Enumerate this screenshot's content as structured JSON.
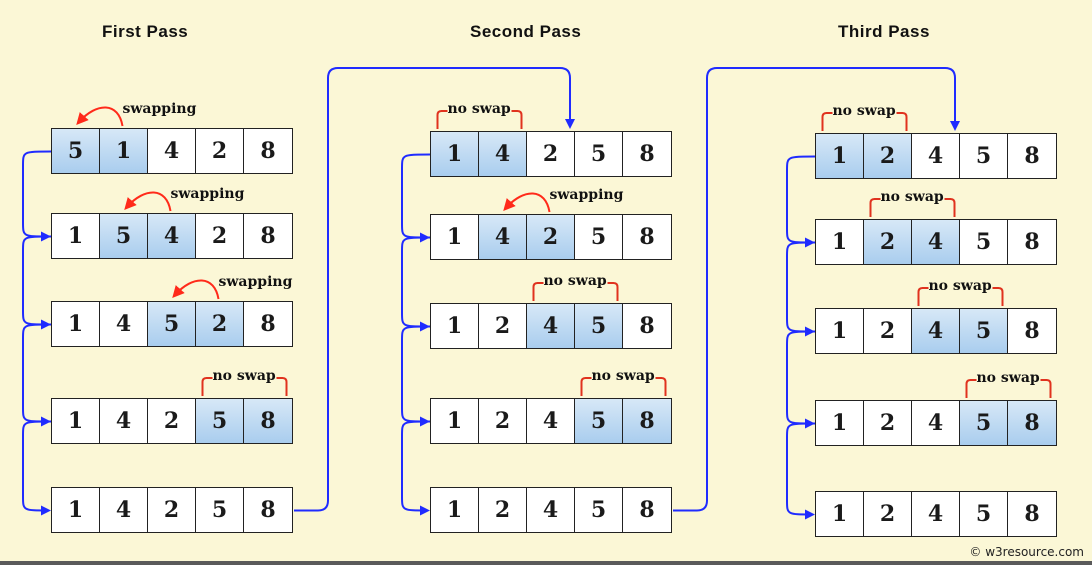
{
  "passes": [
    {
      "title": "First Pass",
      "rows": [
        {
          "values": [
            "5",
            "1",
            "4",
            "2",
            "8"
          ],
          "highlight": [
            0,
            1
          ],
          "annotation": "swapping"
        },
        {
          "values": [
            "1",
            "5",
            "4",
            "2",
            "8"
          ],
          "highlight": [
            1,
            2
          ],
          "annotation": "swapping"
        },
        {
          "values": [
            "1",
            "4",
            "5",
            "2",
            "8"
          ],
          "highlight": [
            2,
            3
          ],
          "annotation": "swapping"
        },
        {
          "values": [
            "1",
            "4",
            "2",
            "5",
            "8"
          ],
          "highlight": [
            3,
            4
          ],
          "annotation": "no swap"
        },
        {
          "values": [
            "1",
            "4",
            "2",
            "5",
            "8"
          ],
          "highlight": [],
          "annotation": ""
        }
      ]
    },
    {
      "title": "Second Pass",
      "rows": [
        {
          "values": [
            "1",
            "4",
            "2",
            "5",
            "8"
          ],
          "highlight": [
            0,
            1
          ],
          "annotation": "no swap"
        },
        {
          "values": [
            "1",
            "4",
            "2",
            "5",
            "8"
          ],
          "highlight": [
            1,
            2
          ],
          "annotation": "swapping"
        },
        {
          "values": [
            "1",
            "2",
            "4",
            "5",
            "8"
          ],
          "highlight": [
            2,
            3
          ],
          "annotation": "no swap"
        },
        {
          "values": [
            "1",
            "2",
            "4",
            "5",
            "8"
          ],
          "highlight": [
            3,
            4
          ],
          "annotation": "no swap"
        },
        {
          "values": [
            "1",
            "2",
            "4",
            "5",
            "8"
          ],
          "highlight": [],
          "annotation": ""
        }
      ]
    },
    {
      "title": "Third Pass",
      "rows": [
        {
          "values": [
            "1",
            "2",
            "4",
            "5",
            "8"
          ],
          "highlight": [
            0,
            1
          ],
          "annotation": "no swap"
        },
        {
          "values": [
            "1",
            "2",
            "4",
            "5",
            "8"
          ],
          "highlight": [
            1,
            2
          ],
          "annotation": "no swap"
        },
        {
          "values": [
            "1",
            "2",
            "4",
            "5",
            "8"
          ],
          "highlight": [
            2,
            3
          ],
          "annotation": "no swap"
        },
        {
          "values": [
            "1",
            "2",
            "4",
            "5",
            "8"
          ],
          "highlight": [
            3,
            4
          ],
          "annotation": "no swap"
        },
        {
          "values": [
            "1",
            "2",
            "4",
            "5",
            "8"
          ],
          "highlight": [],
          "annotation": ""
        }
      ]
    }
  ],
  "credit": "© w3resource.com",
  "colors": {
    "background": "#fbf7d6",
    "flow_arrow": "#1f2bff",
    "swap_arrow": "#ff2a1a",
    "no_swap_bracket": "#e0321e",
    "highlight_top": "#d7e8f7",
    "highlight_bottom": "#a9cdee"
  }
}
